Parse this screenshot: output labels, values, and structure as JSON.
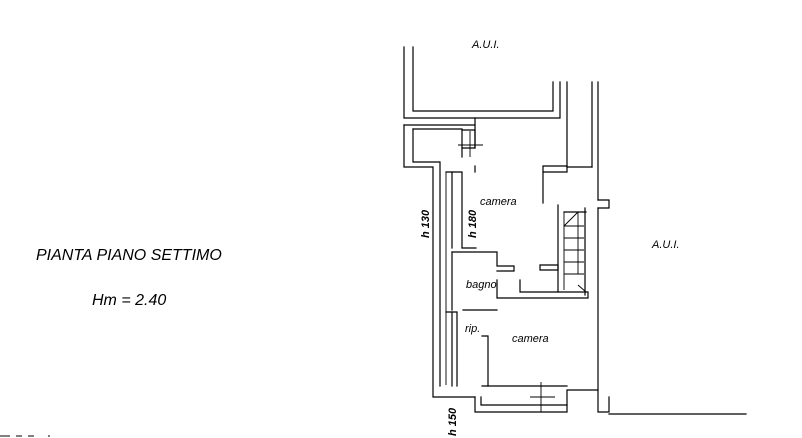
{
  "title": "PIANTA PIANO SETTIMO",
  "avg_height": "Hm = 2.40",
  "labels": {
    "aui_top": "A.U.I.",
    "aui_right": "A.U.I.",
    "camera_upper": "camera",
    "bagno": "bagno",
    "ripostiglio": "rip.",
    "camera_lower": "camera",
    "h130": "h 130",
    "h180": "h 180",
    "h150": "h 150"
  }
}
